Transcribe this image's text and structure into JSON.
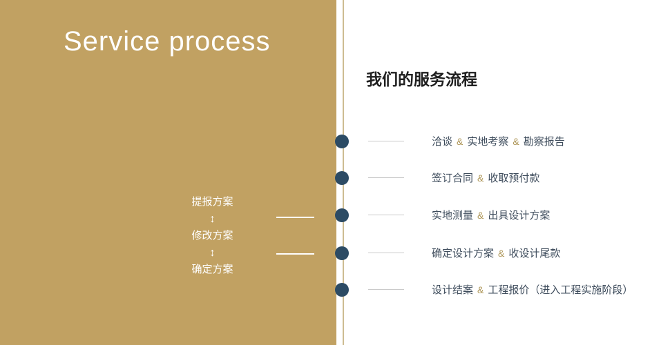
{
  "colors": {
    "panel": "#c1a162",
    "dot": "#2c4b64",
    "amp": "#ad9556",
    "text": "#3e4c5c"
  },
  "left_panel": {
    "title": "Service process",
    "steps": [
      "提报方案",
      "修改方案",
      "确定方案"
    ],
    "arrow": "↕"
  },
  "right_panel": {
    "heading": "我们的服务流程",
    "amp": "&",
    "rows": [
      {
        "segments": [
          "洽谈",
          "实地考察",
          "勘察报告"
        ]
      },
      {
        "segments": [
          "签订合同",
          "收取预付款"
        ]
      },
      {
        "segments": [
          "实地测量",
          "出具设计方案"
        ]
      },
      {
        "segments": [
          "确定设计方案",
          "收设计尾款"
        ]
      },
      {
        "segments": [
          "设计结案",
          "工程报价（进入工程实施阶段）"
        ]
      }
    ]
  }
}
